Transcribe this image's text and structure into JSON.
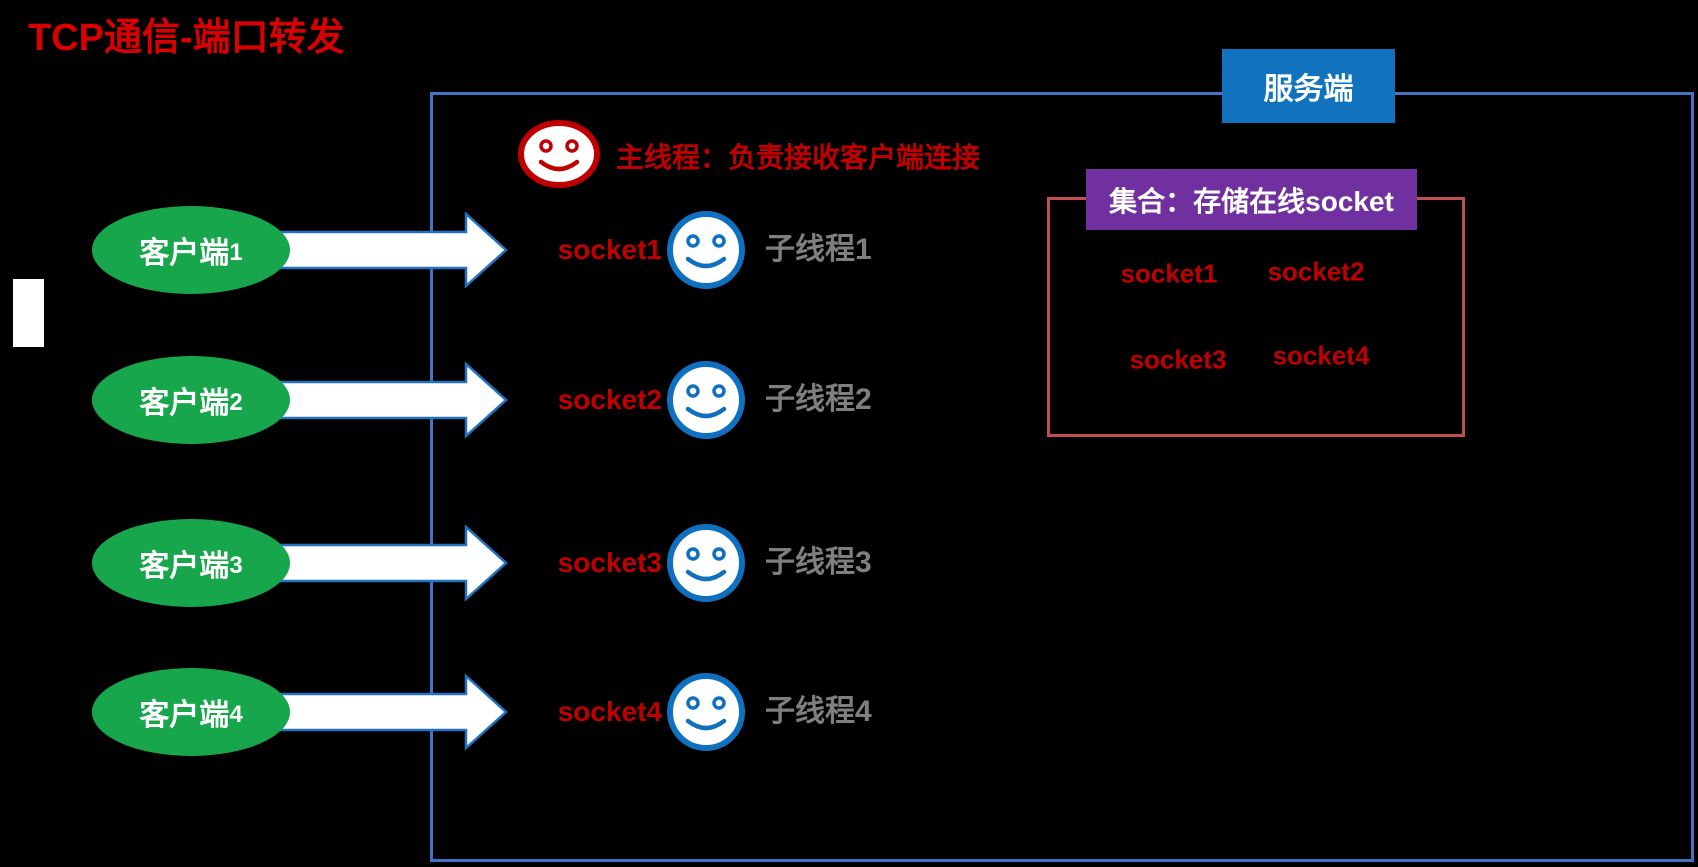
{
  "title": "TCP通信-端口转发",
  "server_label": "服务端",
  "main_thread": {
    "label": "主线程：负责接收客户端连接"
  },
  "collection": {
    "header": "集合：存储在线socket",
    "sockets": [
      "socket1",
      "socket2",
      "socket3",
      "socket4"
    ]
  },
  "rows": [
    {
      "client_text": "客户端",
      "client_num": "1",
      "socket": "socket1",
      "thread": "子线程1"
    },
    {
      "client_text": "客户端",
      "client_num": "2",
      "socket": "socket2",
      "thread": "子线程2"
    },
    {
      "client_text": "客户端",
      "client_num": "3",
      "socket": "socket3",
      "thread": "子线程3"
    },
    {
      "client_text": "客户端",
      "client_num": "4",
      "socket": "socket4",
      "thread": "子线程4"
    }
  ],
  "colors": {
    "background": "#000000",
    "title_red": "#D80000",
    "socket_red": "#C00000",
    "server_blue": "#1173BD",
    "frame_blue": "#4472C4",
    "client_green": "#17A64B",
    "thread_gray": "#7F7F7F",
    "collection_purple": "#7030A0",
    "collection_border": "#C0504D",
    "smiley_blue": "#1070C0",
    "smiley_red": "#C00000",
    "arrow_outline": "#2173C2"
  }
}
